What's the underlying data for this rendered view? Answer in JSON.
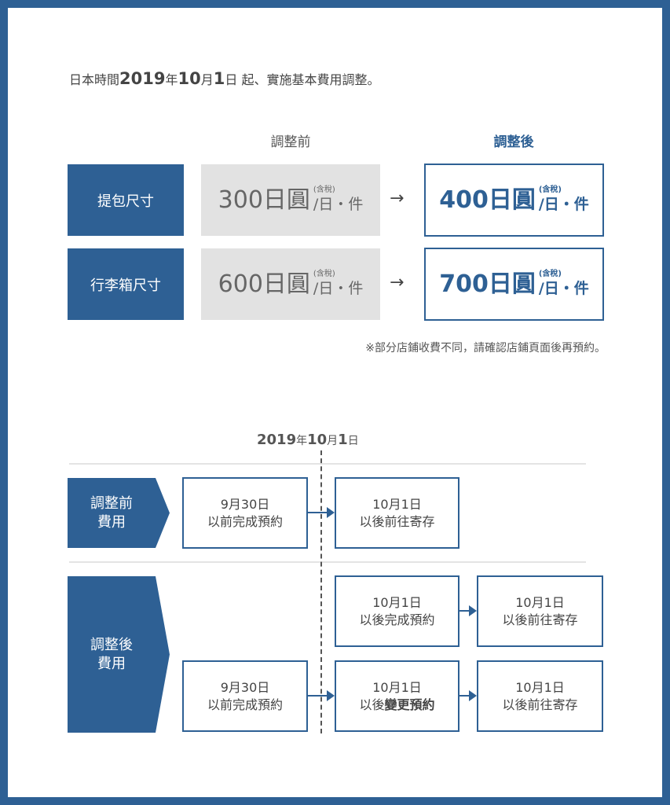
{
  "headline": {
    "prefix": "日本時間",
    "year": "2019",
    "year_unit": "年",
    "month": "10",
    "month_unit": "月",
    "day": "1",
    "day_unit": "日",
    "suffix": " 起、實施基本費用調整。"
  },
  "comparison": {
    "before_label": "調整前",
    "after_label": "調整後",
    "arrow": "→",
    "tax_note": "(含稅)",
    "unit": "/日・件",
    "rows": [
      {
        "label": "提包尺寸",
        "before": "300日圓",
        "after": "400日圓"
      },
      {
        "label": "行李箱尺寸",
        "before": "600日圓",
        "after": "700日圓"
      }
    ],
    "note": "※部分店鋪收費不同，請確認店鋪頁面後再預約。"
  },
  "timeline": {
    "date": {
      "year": "2019",
      "year_unit": "年",
      "month": "10",
      "month_unit": "月",
      "day": "1",
      "day_unit": "日"
    },
    "before_fee": {
      "line1": "調整前",
      "line2": "費用"
    },
    "after_fee": {
      "line1": "調整後",
      "line2": "費用"
    },
    "boxes": {
      "b1": {
        "line1": "9月30日",
        "line2": "以前完成預約"
      },
      "b2": {
        "line1": "10月1日",
        "line2": "以後前往寄存"
      },
      "a1": {
        "line1": "10月1日",
        "line2": "以後完成預約"
      },
      "a2": {
        "line1": "10月1日",
        "line2": "以後前往寄存"
      },
      "a3": {
        "line1": "9月30日",
        "line2": "以前完成預約"
      },
      "a4": {
        "line1": "10月1日",
        "line2_prefix": "以後",
        "line2_bold": "變更預約"
      },
      "a5": {
        "line1": "10月1日",
        "line2": "以後前往寄存"
      }
    }
  },
  "colors": {
    "brand": "#2e6094",
    "old_bg": "#e2e2e2"
  }
}
